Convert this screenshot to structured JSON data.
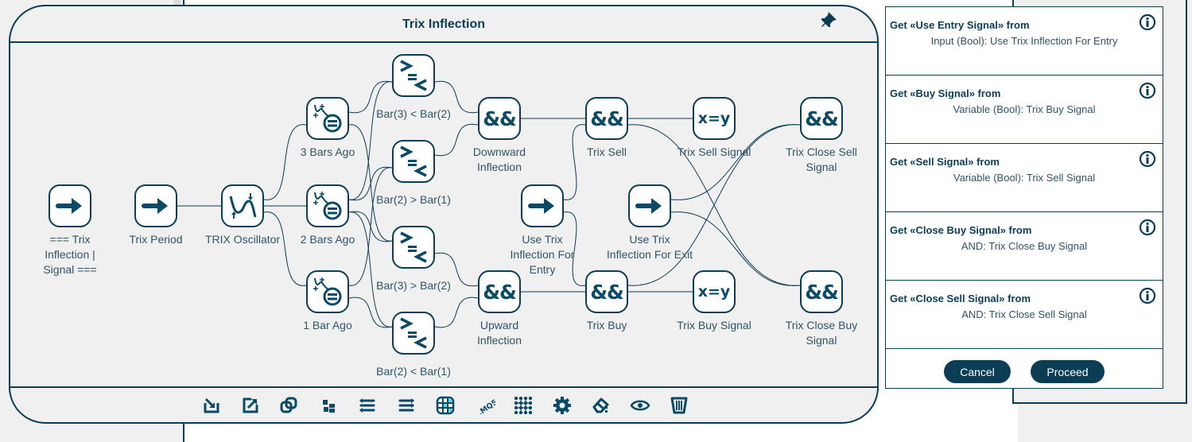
{
  "dialog": {
    "title": "Trix Inflection",
    "pin_icon": "pin-icon"
  },
  "nodes": [
    {
      "id": "n_signal",
      "type": "arrow",
      "label": "=== Trix\nInflection |\nSignal ==="
    },
    {
      "id": "n_period",
      "type": "arrow",
      "label": "Trix Period"
    },
    {
      "id": "n_trix",
      "type": "oscillator",
      "label": "TRIX Oscillator"
    },
    {
      "id": "n_3bars",
      "type": "shift",
      "label": "3 Bars Ago"
    },
    {
      "id": "n_2bars",
      "type": "shift",
      "label": "2 Bars Ago"
    },
    {
      "id": "n_1bar",
      "type": "shift",
      "label": "1 Bar Ago"
    },
    {
      "id": "n_cmp1",
      "type": "compare",
      "label": "Bar(3) < Bar(2)"
    },
    {
      "id": "n_cmp2",
      "type": "compare",
      "label": "Bar(2) > Bar(1)"
    },
    {
      "id": "n_cmp3",
      "type": "compare",
      "label": "Bar(3) > Bar(2)"
    },
    {
      "id": "n_cmp4",
      "type": "compare",
      "label": "Bar(2) < Bar(1)"
    },
    {
      "id": "n_down",
      "type": "and",
      "glyph": "&&",
      "label": "Downward\nInflection"
    },
    {
      "id": "n_up",
      "type": "and",
      "glyph": "&&",
      "label": "Upward\nInflection"
    },
    {
      "id": "n_useentry",
      "type": "arrow",
      "label": "Use Trix\nInflection For\nEntry"
    },
    {
      "id": "n_sell",
      "type": "and",
      "glyph": "&&",
      "label": "Trix Sell"
    },
    {
      "id": "n_buy",
      "type": "and",
      "glyph": "&&",
      "label": "Trix Buy"
    },
    {
      "id": "n_useexit",
      "type": "arrow",
      "label": "Use Trix\nInflection For Exit"
    },
    {
      "id": "n_sellsig",
      "type": "assign",
      "glyph": "x=y",
      "label": "Trix Sell Signal"
    },
    {
      "id": "n_buysig",
      "type": "assign",
      "glyph": "x=y",
      "label": "Trix Buy Signal"
    },
    {
      "id": "n_closesell",
      "type": "and",
      "glyph": "&&",
      "label": "Trix Close Sell\nSignal"
    },
    {
      "id": "n_closebuy",
      "type": "and",
      "glyph": "&&",
      "label": "Trix Close Buy\nSignal"
    }
  ],
  "connections": [
    [
      "n_period",
      "n_trix"
    ],
    [
      "n_trix",
      "n_3bars"
    ],
    [
      "n_trix",
      "n_2bars"
    ],
    [
      "n_trix",
      "n_1bar"
    ],
    [
      "n_3bars",
      "n_cmp1"
    ],
    [
      "n_2bars",
      "n_cmp1"
    ],
    [
      "n_2bars",
      "n_cmp2"
    ],
    [
      "n_1bar",
      "n_cmp2"
    ],
    [
      "n_3bars",
      "n_cmp3"
    ],
    [
      "n_2bars",
      "n_cmp3"
    ],
    [
      "n_2bars",
      "n_cmp4"
    ],
    [
      "n_1bar",
      "n_cmp4"
    ],
    [
      "n_cmp1",
      "n_down"
    ],
    [
      "n_cmp2",
      "n_down"
    ],
    [
      "n_cmp3",
      "n_up"
    ],
    [
      "n_cmp4",
      "n_up"
    ],
    [
      "n_down",
      "n_sell"
    ],
    [
      "n_useentry",
      "n_sell"
    ],
    [
      "n_up",
      "n_buy"
    ],
    [
      "n_useentry",
      "n_buy"
    ],
    [
      "n_sell",
      "n_sellsig"
    ],
    [
      "n_buy",
      "n_buysig"
    ],
    [
      "n_sell",
      "n_closebuy"
    ],
    [
      "n_useexit",
      "n_closebuy"
    ],
    [
      "n_buy",
      "n_closesell"
    ],
    [
      "n_useexit",
      "n_closesell"
    ]
  ],
  "toolbar": [
    {
      "name": "import-icon",
      "title": "Import"
    },
    {
      "name": "export-icon",
      "title": "Export"
    },
    {
      "name": "duplicate-icon",
      "title": "Duplicate"
    },
    {
      "name": "arrange-icon",
      "title": "Arrange"
    },
    {
      "name": "align-left-icon",
      "title": "Align left"
    },
    {
      "name": "align-right-icon",
      "title": "Align right"
    },
    {
      "name": "grid-table-icon",
      "title": "Grid"
    },
    {
      "name": "mq5-icon",
      "title": ".MQ5",
      "text": ".MQ5"
    },
    {
      "name": "dots-grid-icon",
      "title": "Snap"
    },
    {
      "name": "gear-icon",
      "title": "Settings"
    },
    {
      "name": "eraser-icon",
      "title": "Clear"
    },
    {
      "name": "eye-icon",
      "title": "Preview"
    },
    {
      "name": "trash-icon",
      "title": "Delete"
    }
  ],
  "right_panel": {
    "rows": [
      {
        "title": "Get «Use Entry Signal» from",
        "source": "Input (Bool): Use Trix Inflection For Entry"
      },
      {
        "title": "Get «Buy Signal» from",
        "source": "Variable (Bool): Trix Buy Signal"
      },
      {
        "title": "Get «Sell Signal» from",
        "source": "Variable (Bool): Trix Sell Signal"
      },
      {
        "title": "Get «Close Buy Signal» from",
        "source": "AND: Trix Close Buy Signal"
      },
      {
        "title": "Get «Close Sell Signal» from",
        "source": "AND: Trix Close Sell Signal"
      }
    ],
    "cancel_label": "Cancel",
    "proceed_label": "Proceed"
  },
  "colors": {
    "accent": "#0b3d55",
    "glyph": "#0b4a66",
    "background": "#f0f0f0",
    "grid_highlight": "#5fd4e0"
  }
}
